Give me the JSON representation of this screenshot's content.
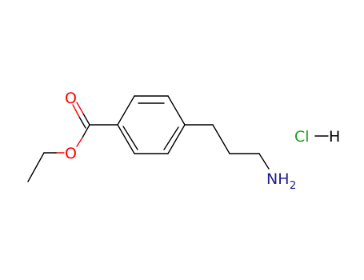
{
  "molecule": {
    "atoms": {
      "carbonyl_oxygen": "O",
      "ester_oxygen": "O",
      "amine": "NH",
      "amine_subscript": "2",
      "salt_chlorine": "Cl",
      "salt_hydrogen": "H"
    },
    "colors": {
      "bond": "#000000",
      "oxygen": "#ff0000",
      "nitrogen": "#202090",
      "chlorine": "#1f9d1f"
    }
  }
}
